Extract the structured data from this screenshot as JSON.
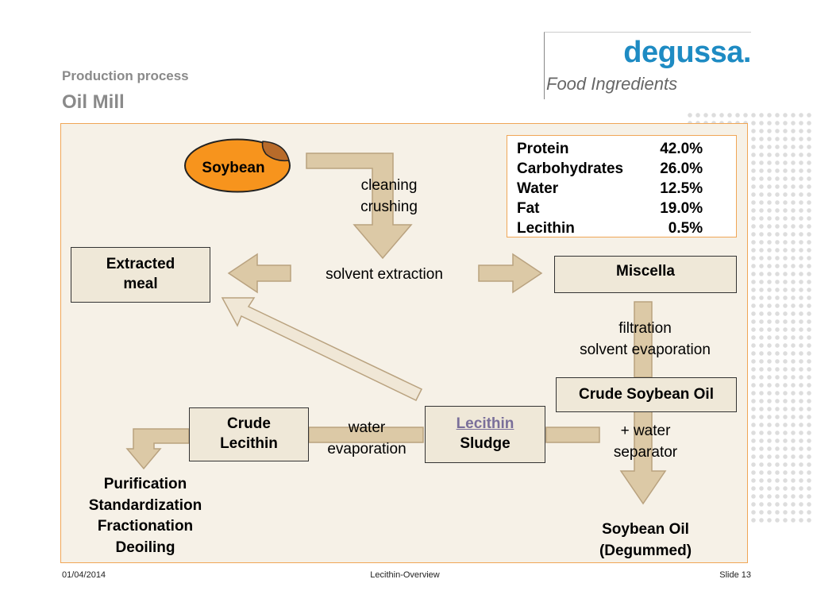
{
  "header": {
    "subtitle": "Production process",
    "title": "Oil Mill"
  },
  "logo": {
    "brand": "degussa.",
    "division": "Food Ingredients"
  },
  "nodes": {
    "soybean": "Soybean",
    "extracted_meal": "Extracted meal",
    "miscella": "Miscella",
    "crude_soybean_oil": "Crude Soybean Oil",
    "crude_lecithin": "Crude Lecithin",
    "lecithin_sludge_link": "Lecithin",
    "lecithin_sludge_rest": "Sludge",
    "soybean_oil_degummed": [
      "Soybean Oil",
      "(Degummed)"
    ],
    "purification_steps": [
      "Purification",
      "Standardization",
      "Fractionation",
      "Deoiling"
    ]
  },
  "process_labels": {
    "cleaning_crushing": [
      "cleaning",
      "crushing"
    ],
    "solvent_extraction": "solvent extraction",
    "filtration_evaporation": [
      "filtration",
      "solvent evaporation"
    ],
    "water_evaporation": [
      "water",
      "evaporation"
    ],
    "water_separator": [
      "+ water",
      "separator"
    ]
  },
  "composition": [
    {
      "name": "Protein",
      "value": "42.0%"
    },
    {
      "name": "Carbohydrates",
      "value": "26.0%"
    },
    {
      "name": "Water",
      "value": "12.5%"
    },
    {
      "name": "Fat",
      "value": "19.0%"
    },
    {
      "name": "Lecithin",
      "value": "0.5%"
    }
  ],
  "footer": {
    "date": "01/04/2014",
    "deck": "Lecithin-Overview",
    "slide": "Slide 13"
  },
  "colors": {
    "accent_orange": "#f7941d",
    "arrow_fill": "#dcc9a6",
    "panel_bg": "#f6f1e7",
    "brand_blue": "#1e8bc3"
  }
}
